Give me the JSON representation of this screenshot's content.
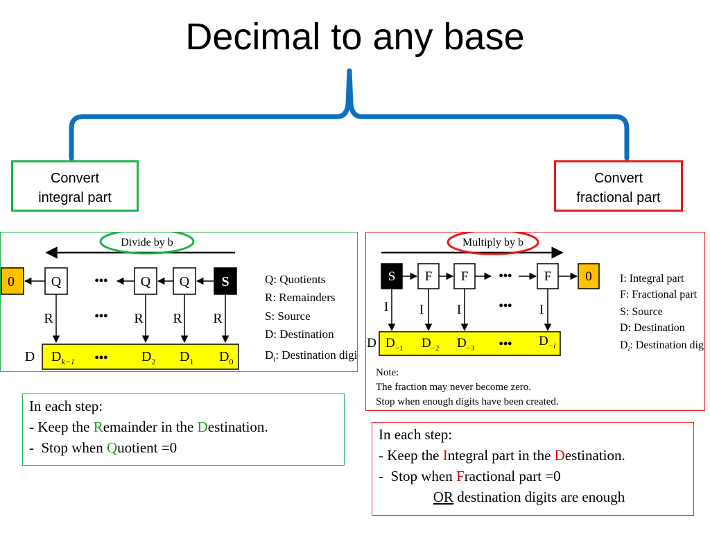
{
  "title": "Decimal to any base",
  "colors": {
    "brace": "#0e6fc1",
    "green": "#22b14c",
    "red": "#e81b1b",
    "yellow": "#ffff00",
    "orange": "#ffc000"
  },
  "integral": {
    "label_line1": "Convert",
    "label_line2": "integral part",
    "diagram": {
      "oval_label": "Divide by b",
      "zero": "0",
      "q": "Q",
      "source": "S",
      "dots": "•••",
      "r": "R",
      "d_label": "D",
      "dest_first": "D",
      "dest_first_sub": "k−1",
      "dest_2": "D",
      "dest_2_sub": "2",
      "dest_1": "D",
      "dest_1_sub": "1",
      "dest_0": "D",
      "dest_0_sub": "0",
      "legend": [
        "Q: Quotients",
        "R: Remainders",
        "S: Source",
        "D: Destination"
      ],
      "legend_last_main": "D",
      "legend_last_sub": "i",
      "legend_last_rest": ": Destination digit"
    },
    "steps": {
      "line1": "In each step:",
      "line2_pre": "- Keep the ",
      "line2_r": "R",
      "line2_mid": "emainder in the ",
      "line2_d": "D",
      "line2_post": "estination.",
      "line3_pre": "-  Stop when ",
      "line3_q": "Q",
      "line3_post": "uotient =0"
    }
  },
  "fractional": {
    "label_line1": "Convert",
    "label_line2": "fractional part",
    "diagram": {
      "oval_label": "Multiply by b",
      "source": "S",
      "f": "F",
      "zero": "0",
      "dots": "•••",
      "i": "I",
      "d_label": "D",
      "dest_1": "D",
      "dest_1_sub": "−1",
      "dest_2": "D",
      "dest_2_sub": "−2",
      "dest_3": "D",
      "dest_3_sub": "−3",
      "dest_l": "D",
      "dest_l_sub": "−l",
      "legend": [
        "I: Integral part",
        "F: Fractional part",
        "S: Source",
        "D: Destination"
      ],
      "legend_last_main": "D",
      "legend_last_sub": "i",
      "legend_last_rest": ": Destination digit",
      "note": [
        "Note:",
        "The fraction may never become zero.",
        "Stop when enough digits have been created."
      ]
    },
    "steps": {
      "line1": "In each step:",
      "line2_pre": "- Keep the ",
      "line2_i": "I",
      "line2_mid": "ntegral part in the ",
      "line2_d": "D",
      "line2_post": "estination.",
      "line3_pre": "-  Stop when ",
      "line3_f": "F",
      "line3_post": "ractional part =0",
      "line4_pad": "               ",
      "line4_or": "OR",
      "line4_post": " destination digits are enough"
    }
  }
}
